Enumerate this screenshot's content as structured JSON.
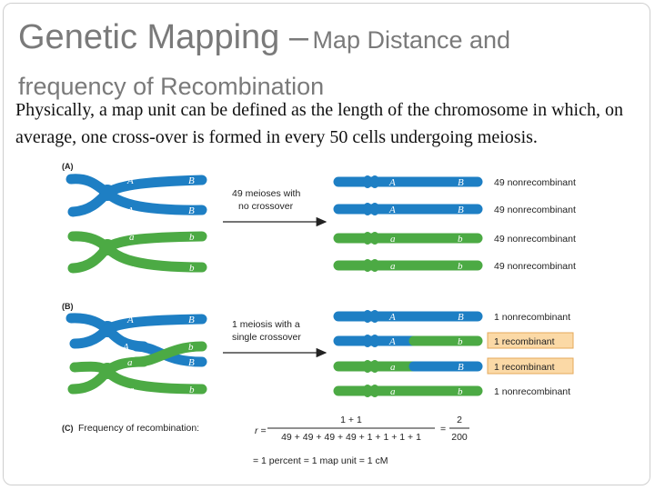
{
  "title": {
    "main": "Genetic Mapping –",
    "sub_1": "Map Distance and",
    "sub_2": "frequency of Recombination"
  },
  "body_text": "Physically, a map unit can be defined as the length of the chromosome in which, on average, one cross-over is formed in every 50 cells undergoing meiosis.",
  "colors": {
    "blue": "#1e7fc4",
    "green": "#4caa44",
    "highlight": "#fbd9a6",
    "highlight_border": "#e5a95b"
  },
  "panel_a": {
    "label": "(A)",
    "arrow_line_1": "49 meioses with",
    "arrow_line_2": "no crossover",
    "genes_upper": [
      "A",
      "B"
    ],
    "genes_lower": [
      "a",
      "b"
    ],
    "results": [
      "49 nonrecombinant",
      "49 nonrecombinant",
      "49 nonrecombinant",
      "49 nonrecombinant"
    ]
  },
  "panel_b": {
    "label": "(B)",
    "arrow_line_1": "1 meiosis with a",
    "arrow_line_2": "single crossover",
    "results": [
      "1 nonrecombinant",
      "1 recombinant",
      "1 recombinant",
      "1 nonrecombinant"
    ],
    "highlighted": [
      false,
      true,
      true,
      false
    ]
  },
  "panel_c": {
    "label": "(C)",
    "caption": "Frequency of recombination:",
    "r_symbol": "r =",
    "numerator": "1 + 1",
    "denominator": "49 + 49 + 49 + 49 + 1 + 1 + 1 + 1",
    "equals": "=",
    "result_numerator": "2",
    "result_denominator": "200",
    "conclusion": "= 1 percent = 1 map unit = 1 cM"
  }
}
